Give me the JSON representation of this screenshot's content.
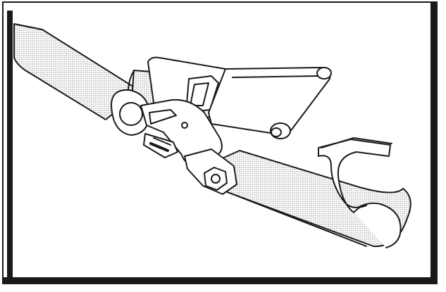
{
  "figure": {
    "subject": "ratchet-strap-with-flat-hook",
    "colors": {
      "line": "#1a1a1a",
      "background": "#ffffff",
      "webbing_texture": "#8a8a8a"
    },
    "components": [
      "webbing-strap",
      "ratchet-spool",
      "ratchet-gear",
      "ratchet-handle",
      "release-lever",
      "mounting-bolt",
      "flat-hook"
    ]
  }
}
